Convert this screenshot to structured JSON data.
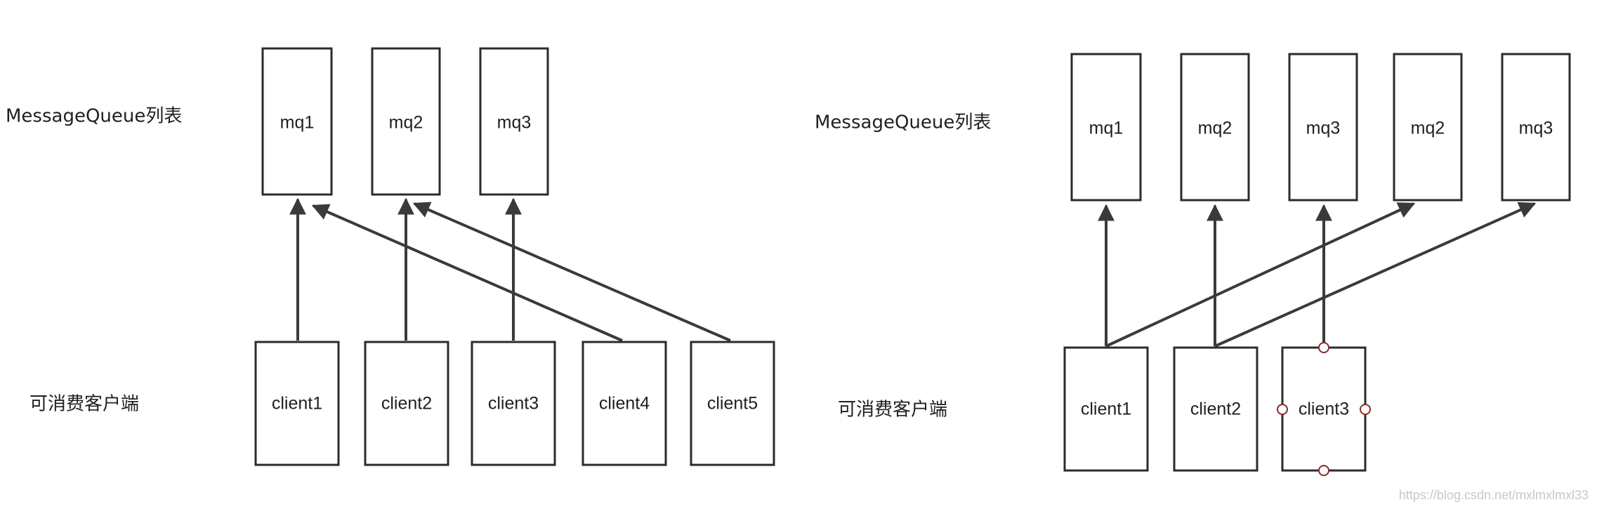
{
  "left_diagram": {
    "queue_row_label": "MessageQueue列表",
    "client_row_label": "可消费客户端",
    "queues": [
      "mq1",
      "mq2",
      "mq3"
    ],
    "clients": [
      "client1",
      "client2",
      "client3",
      "client4",
      "client5"
    ],
    "assignments": [
      {
        "client": "client1",
        "queue": "mq1"
      },
      {
        "client": "client2",
        "queue": "mq2"
      },
      {
        "client": "client3",
        "queue": "mq3"
      },
      {
        "client": "client4",
        "queue": "mq1"
      },
      {
        "client": "client5",
        "queue": "mq2"
      }
    ]
  },
  "right_diagram": {
    "queue_row_label": "MessageQueue列表",
    "client_row_label": "可消费客户端",
    "queues": [
      "mq1",
      "mq2",
      "mq3",
      "mq2",
      "mq3"
    ],
    "clients": [
      "client1",
      "client2",
      "client3"
    ],
    "selected_client": "client3",
    "assignments": [
      {
        "client": "client1",
        "queue_index": 0
      },
      {
        "client": "client1",
        "queue_index": 3
      },
      {
        "client": "client2",
        "queue_index": 1
      },
      {
        "client": "client2",
        "queue_index": 4
      },
      {
        "client": "client3",
        "queue_index": 2
      }
    ]
  },
  "watermark": "https://blog.csdn.net/mxlmxlmxl33",
  "colors": {
    "box_stroke": "#2b2b2b",
    "arrow": "#3a3a3a",
    "selection_handle": "#8b2a2a",
    "watermark": "#c8c8c8"
  }
}
